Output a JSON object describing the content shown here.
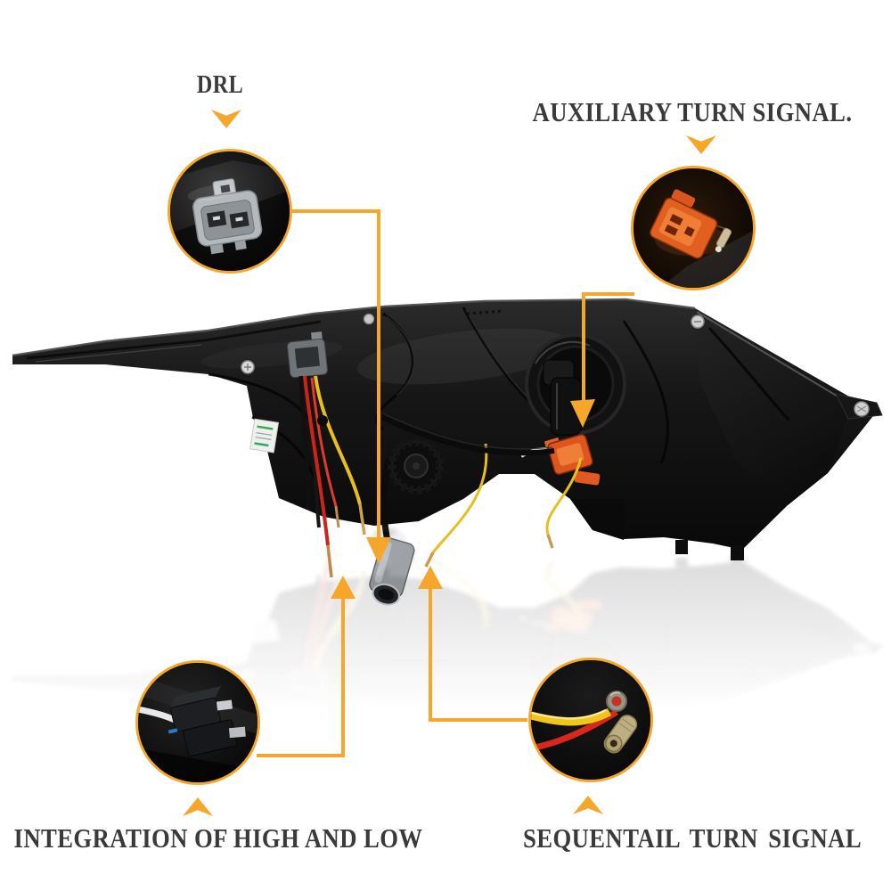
{
  "colors": {
    "accent": "#F5A62B",
    "text": "#3A3A3A",
    "bg": "#FFFFFF"
  },
  "icons": {
    "chevron_down": "▼",
    "chevron_up": "▲"
  },
  "callouts": [
    {
      "id": "drl",
      "label": "DRL",
      "icon": "drl-connector-photo"
    },
    {
      "id": "auxiliary-turn-signal",
      "label": "AUXILIARY TURN SIGNAL.",
      "icon": "auxiliary-connector-photo"
    },
    {
      "id": "integration-high-low",
      "label": "INTEGRATION OF HIGH AND LOW",
      "icon": "high-low-beam-connector-photo"
    },
    {
      "id": "sequential-turn-signal",
      "label": "SEQUENTAIL TURN SIGNAL",
      "icon": "ring-terminal-wire-photo"
    }
  ]
}
